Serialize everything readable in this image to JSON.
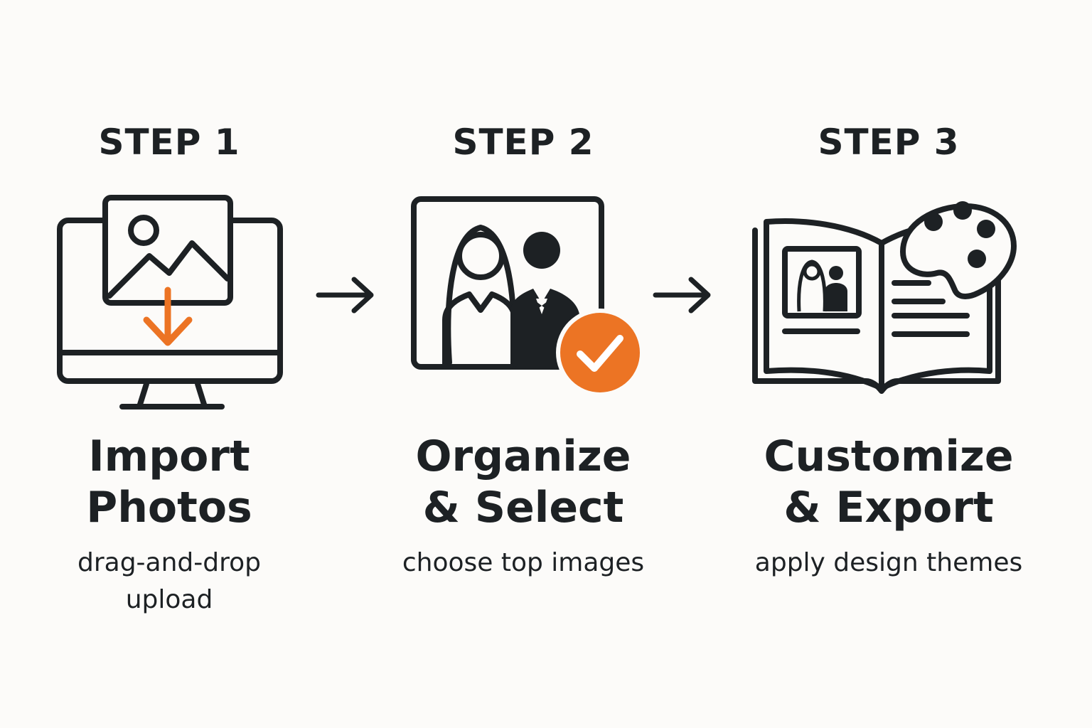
{
  "colors": {
    "ink": "#1d2124",
    "accent": "#ec7424",
    "background": "#fcfbf9"
  },
  "steps": [
    {
      "label": "STEP 1",
      "title": "Import\nPhotos",
      "subtitle": "drag-and-drop\nupload",
      "icon": "monitor-upload-icon"
    },
    {
      "label": "STEP 2",
      "title": "Organize\n& Select",
      "subtitle": "choose top images",
      "icon": "couple-photo-check-icon"
    },
    {
      "label": "STEP 3",
      "title": "Customize\n& Export",
      "subtitle": "apply design themes",
      "icon": "photobook-palette-icon"
    }
  ],
  "arrows": [
    "arrow-right-icon",
    "arrow-right-icon"
  ]
}
